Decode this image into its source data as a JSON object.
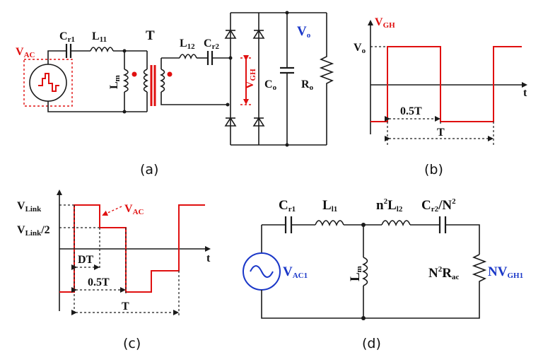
{
  "panel_a": {
    "caption": "(a)",
    "source": "V",
    "source_sub": "AC",
    "cr1": "C",
    "cr1_sub": "r1",
    "l11": "L",
    "l11_sub": "11",
    "lm": "L",
    "lm_sub": "m",
    "transformer": "T",
    "l12": "L",
    "l12_sub": "12",
    "cr2": "C",
    "cr2_sub": "r2",
    "vgh": "V",
    "vgh_sub": "GH",
    "vo": "V",
    "vo_sub": "o",
    "co": "C",
    "co_sub": "o",
    "ro": "R",
    "ro_sub": "o"
  },
  "panel_b": {
    "caption": "(b)",
    "ylabel": "V",
    "ylabel_sub": "GH",
    "level": "V",
    "level_sub": "o",
    "t_axis": "t",
    "half_period": "0.5T",
    "period": "T"
  },
  "panel_c": {
    "caption": "(c)",
    "level_full": "V",
    "level_full_sub": "Link",
    "level_half": "V",
    "level_half_sub": "Link",
    "level_half_suffix": "/2",
    "vac": "V",
    "vac_sub": "AC",
    "t_axis": "t",
    "dt": "DT",
    "half_period": "0.5T",
    "period": "T"
  },
  "panel_d": {
    "caption": "(d)",
    "cr1": "C",
    "cr1_sub": "r1",
    "ll1": "L",
    "ll1_sub": "l1",
    "n2l12_prefix": "n",
    "n2l12_sup": "2",
    "n2l12_main": "L",
    "n2l12_sub": "l2",
    "cr2n2_main": "C",
    "cr2n2_sub": "r2",
    "cr2n2_suffix": "/N",
    "cr2n2_sup": "2",
    "lm": "L",
    "lm_sub": "m",
    "source": "V",
    "source_sub": "AC1",
    "rac_prefix": "N",
    "rac_sup": "2",
    "rac_main": "R",
    "rac_sub": "ac",
    "nvgh": "NV",
    "nvgh_sub": "GH1"
  },
  "colors": {
    "wire": "#1a1a1a",
    "accent_red": "#e01010",
    "accent_blue": "#1a37c8"
  }
}
